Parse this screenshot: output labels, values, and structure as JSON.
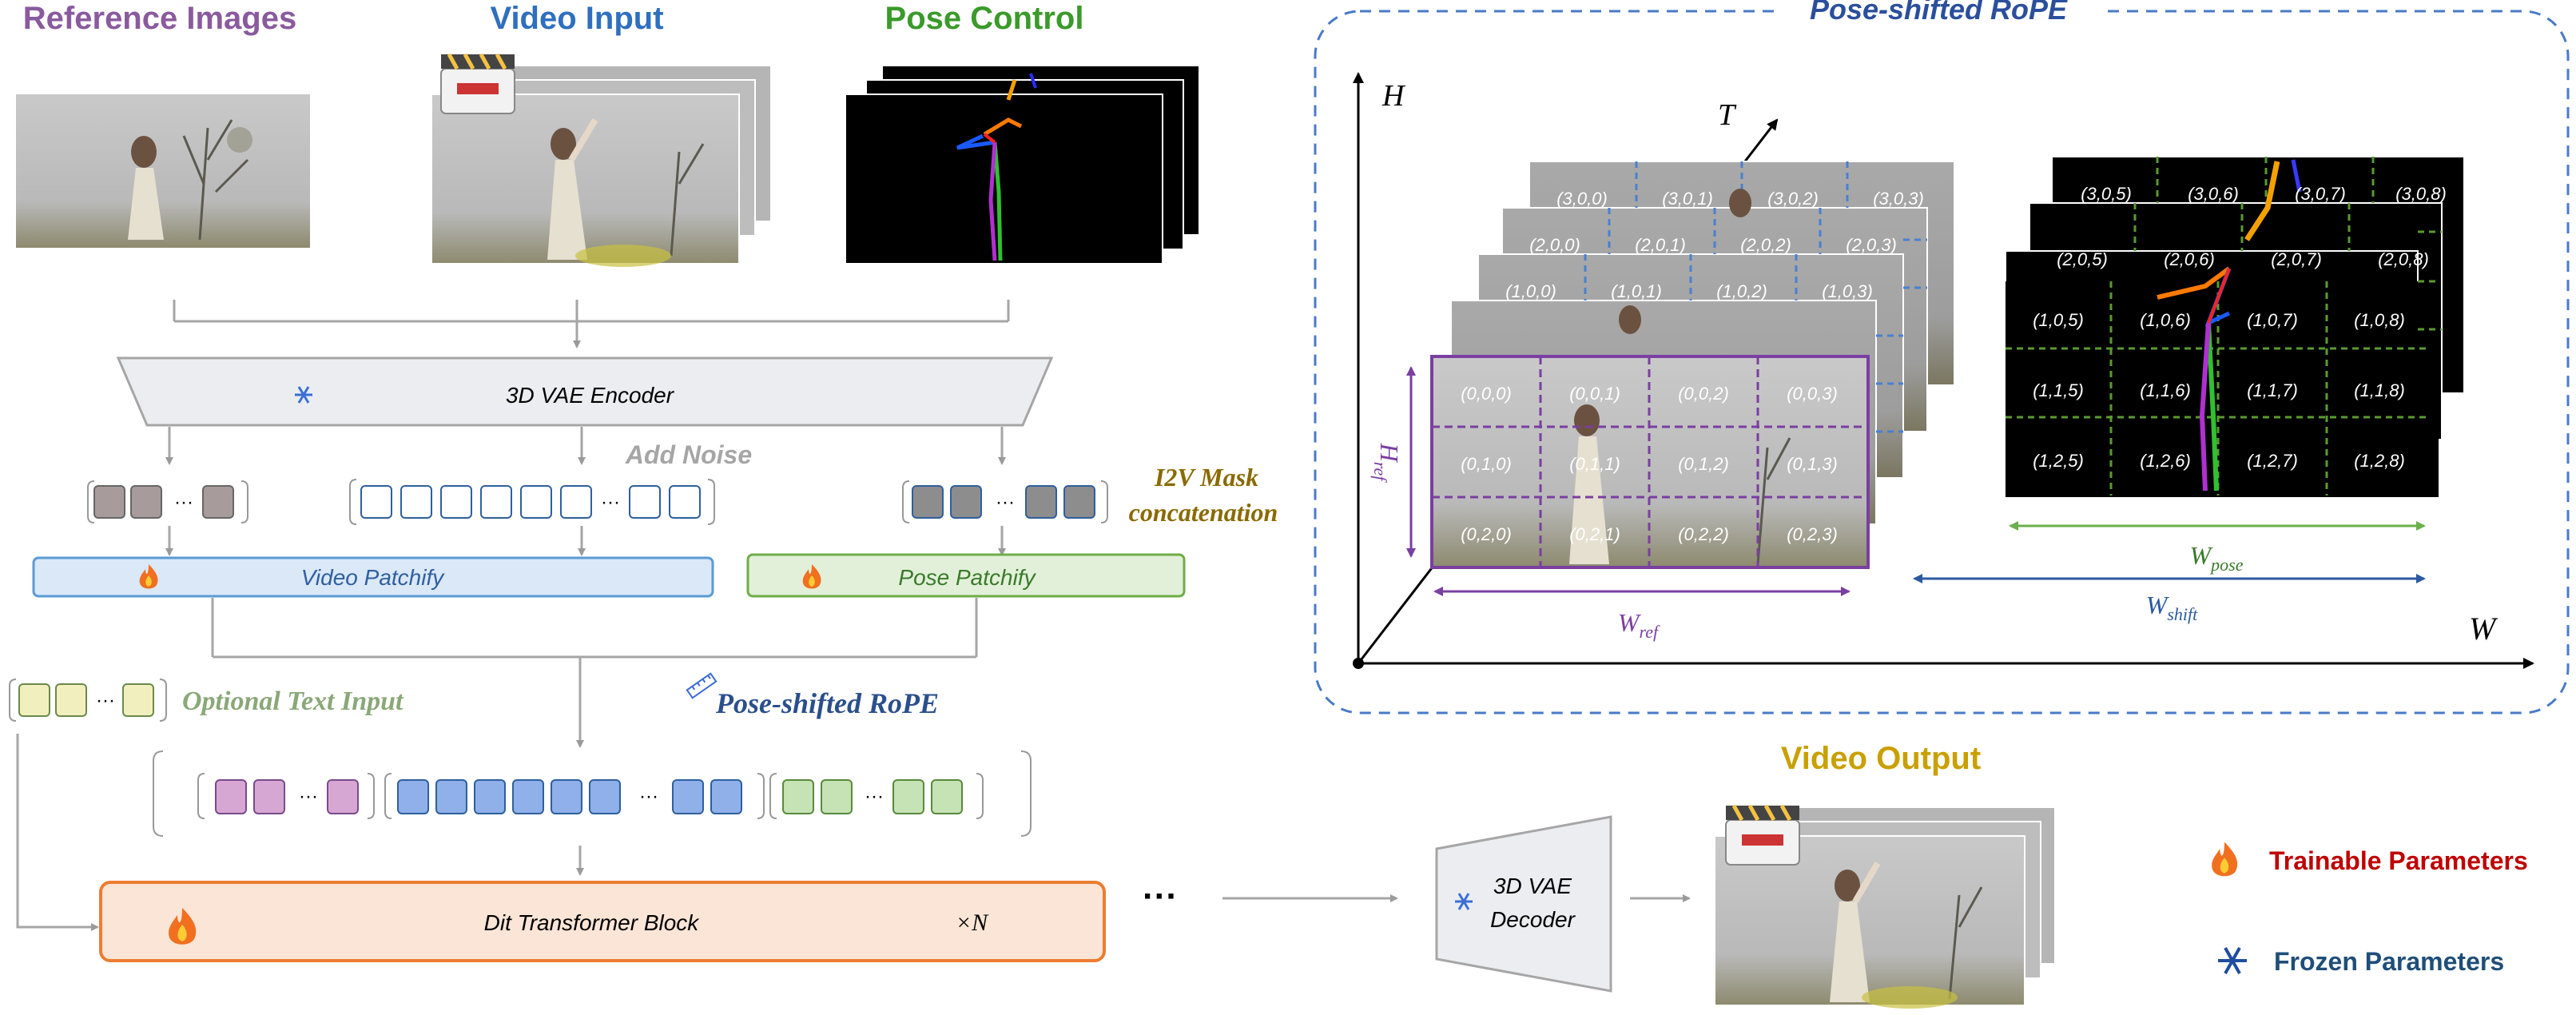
{
  "headers": {
    "reference": "Reference Images",
    "video_input": "Video Input",
    "pose_control": "Pose Control",
    "video_output": "Video Output",
    "pose_rope_title": "Pose-shifted RoPE"
  },
  "blocks": {
    "encoder": "3D VAE Encoder",
    "add_noise": "Add Noise",
    "i2v_line1": "I2V Mask",
    "i2v_line2": "concatenation",
    "video_patchify": "Video Patchify",
    "pose_patchify": "Pose Patchify",
    "optional_text": "Optional Text Input",
    "pose_rope": "Pose-shifted RoPE",
    "dit": "Dit Transformer Block",
    "times_n": "×N",
    "decoder_line1": "3D VAE",
    "decoder_line2": "Decoder",
    "ellipsis": "···"
  },
  "legend": {
    "trainable": "Trainable Parameters",
    "frozen": "Frozen Parameters"
  },
  "axes": {
    "h": "H",
    "t": "T",
    "w": "W",
    "w_ref_base": "W",
    "w_ref_sub": "ref",
    "h_ref_base": "H",
    "h_ref_sub": "ref",
    "w_pose_base": "W",
    "w_pose_sub": "pose",
    "w_shift_base": "W",
    "w_shift_sub": "shift"
  },
  "ref_grid": {
    "back_rows": [
      [
        "(3,0,0)",
        "(3,0,1)",
        "(3,0,2)",
        "(3,0,3)"
      ],
      [
        "(2,0,0)",
        "(2,0,1)",
        "(2,0,2)",
        "(2,0,3)"
      ],
      [
        "(1,0,0)",
        "(1,0,1)",
        "(1,0,2)",
        "(1,0,3)"
      ]
    ],
    "front_rows": [
      [
        "(0,0,0)",
        "(0,0,1)",
        "(0,0,2)",
        "(0,0,3)"
      ],
      [
        "(0,1,0)",
        "(0,1,1)",
        "(0,1,2)",
        "(0,1,3)"
      ],
      [
        "(0,2,0)",
        "(0,2,1)",
        "(0,2,2)",
        "(0,2,3)"
      ]
    ]
  },
  "pose_grid": {
    "rows": [
      [
        "(3,0,5)",
        "(3,0,6)",
        "(3,0,7)",
        "(3,0,8)"
      ],
      [
        "(2,0,5)",
        "(2,0,6)",
        "(2,0,7)",
        "(2,0,8)"
      ],
      [
        "(1,0,5)",
        "(1,0,6)",
        "(1,0,7)",
        "(1,0,8)"
      ],
      [
        "(1,1,5)",
        "(1,1,6)",
        "(1,1,7)",
        "(1,1,8)"
      ],
      [
        "(1,2,5)",
        "(1,2,6)",
        "(1,2,7)",
        "(1,2,8)"
      ]
    ]
  },
  "colors": {
    "purple": "#8a5a9e",
    "blue": "#2f6fbf",
    "green": "#3a9a2a",
    "gold": "#c9a000",
    "olive": "#8a6a00",
    "sage": "#8aa878",
    "navy": "#2b4f8c",
    "red": "#c00000",
    "dark_blue": "#1f4e79",
    "patchify_blue": "#dae8f7",
    "patchify_green": "#e2f0d9",
    "dit_fill": "#fbe5d6",
    "dit_stroke": "#ed7d31"
  }
}
